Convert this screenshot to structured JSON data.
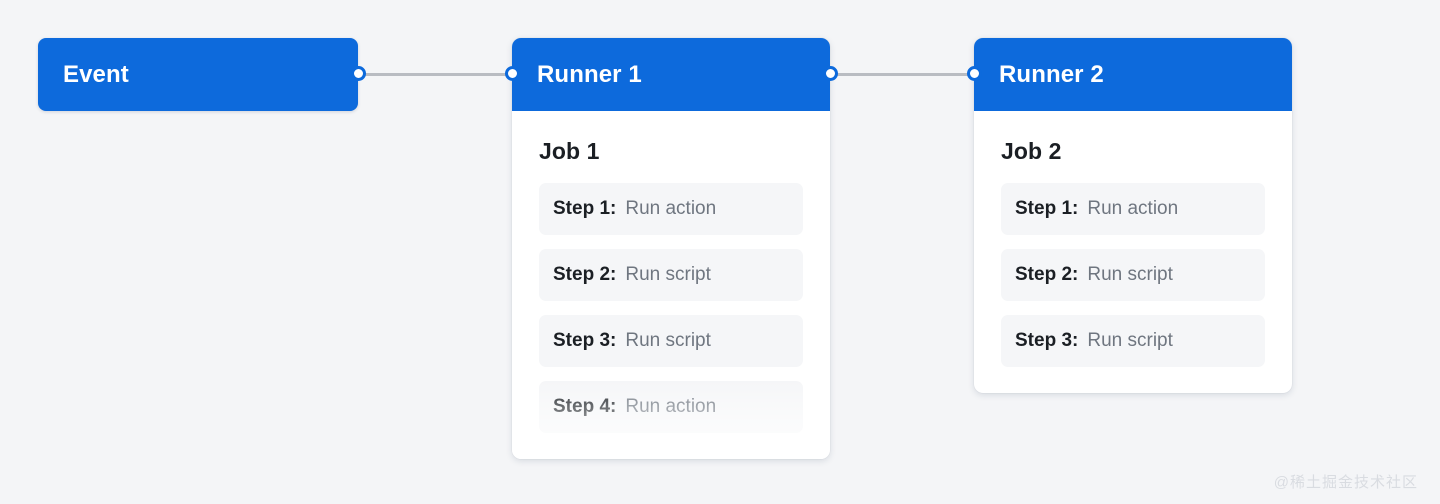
{
  "canvas": {
    "background_color": "#f4f5f7",
    "accent_color": "#0d6adc",
    "connector_color": "#b9bcc2",
    "step_row_color": "#f5f6f8"
  },
  "event": {
    "label": "Event"
  },
  "connectors": [
    {
      "from": "event",
      "to": "runner-1"
    },
    {
      "from": "runner-1",
      "to": "runner-2"
    }
  ],
  "runners": [
    {
      "title": "Runner 1",
      "job": "Job 1",
      "steps": [
        {
          "label": "Step 1:",
          "value": "Run action"
        },
        {
          "label": "Step 2:",
          "value": "Run script"
        },
        {
          "label": "Step 3:",
          "value": "Run script"
        },
        {
          "label": "Step 4:",
          "value": "Run action"
        }
      ]
    },
    {
      "title": "Runner 2",
      "job": "Job 2",
      "steps": [
        {
          "label": "Step 1:",
          "value": "Run action"
        },
        {
          "label": "Step 2:",
          "value": "Run script"
        },
        {
          "label": "Step 3:",
          "value": "Run script"
        }
      ]
    }
  ],
  "watermark": {
    "text": "@稀土掘金技术社区"
  }
}
